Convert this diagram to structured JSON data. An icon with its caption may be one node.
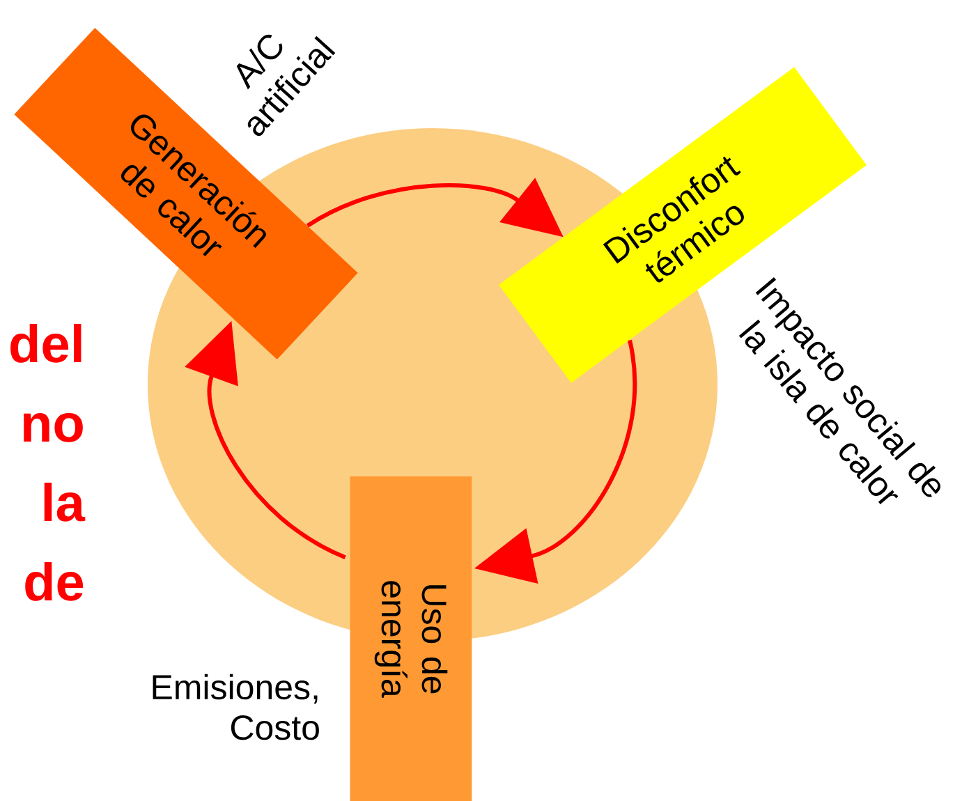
{
  "diagram": {
    "nodes": [
      {
        "text": [
          "Generación de calor"
        ],
        "beside": [
          "A/C artificial"
        ]
      },
      {
        "text": [
          "Disconfort térmico"
        ],
        "beside": [
          "Impacto social de la isla de calor"
        ]
      },
      {
        "text": [
          "Uso de energía"
        ],
        "beside": [
          "Emisiones, Costo"
        ]
      }
    ],
    "edges": [
      {
        "from": 0,
        "to": 1,
        "arrow": "to"
      },
      {
        "from": 1,
        "to": 2,
        "arrow": "to"
      },
      {
        "from": 2,
        "to": 0,
        "arrow": "to"
      }
    ],
    "labels": [
      "del",
      "no",
      "la",
      "de"
    ]
  }
}
